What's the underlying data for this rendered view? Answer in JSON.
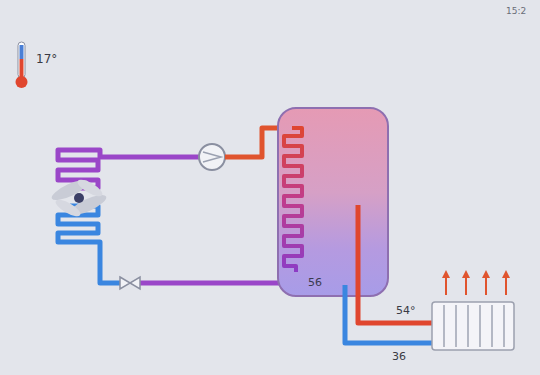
{
  "diagram": {
    "nodes": [
      {
        "text": [
          "56"
        ]
      }
    ],
    "labels": [
      "17°",
      "15:2",
      "54°",
      "36"
    ]
  }
}
